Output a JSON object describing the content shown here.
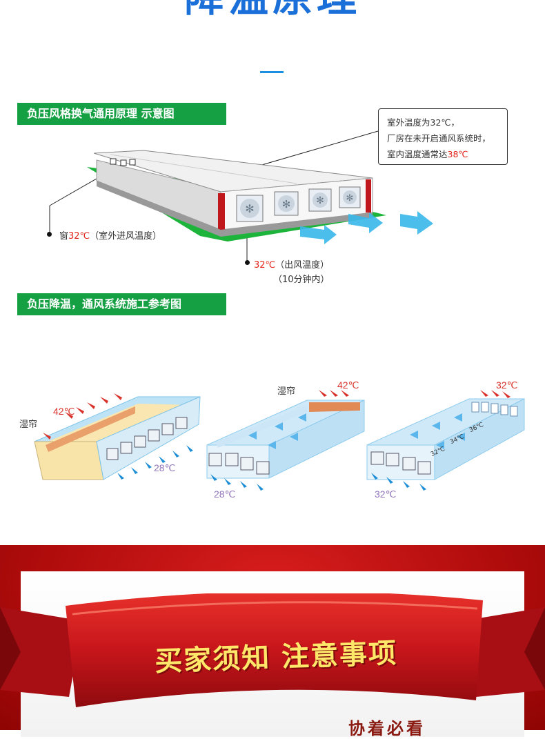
{
  "page": {
    "heading": "降温原理"
  },
  "section1": {
    "banner": "负压风格换气通用原理 示意图",
    "note": {
      "line1": "室外温度为32℃，",
      "line2": "厂房在未开启通风系统时，",
      "line3_prefix": "室内温度通常达",
      "line3_temp": "38℃"
    },
    "window_label": {
      "prefix": "窗",
      "temp": "32℃",
      "suffix": "（室外进风温度）"
    },
    "exit_label": {
      "temp": "32℃",
      "suffix": "（出风温度）",
      "line2": "（10分钟内）"
    }
  },
  "section2": {
    "banner": "负压降温，通风系统施工参考图",
    "diagrams": [
      {
        "curtain": "湿帘",
        "inlet_temp": "42℃",
        "outlet_temp": "28℃"
      },
      {
        "curtain": "湿帘",
        "inlet_temp": "42℃",
        "outlet_temp": "28℃"
      },
      {
        "inlet_temp": "32℃",
        "outlet_temp": "32℃",
        "gradient": [
          "32℃",
          "34℃",
          "36℃"
        ]
      }
    ]
  },
  "section3": {
    "ribbon_text": "买家须知 注意事项",
    "partial_text": "协着必看"
  },
  "colors": {
    "brand_blue": "#1b6fd8",
    "banner_green": "#15a043",
    "ground_green": "#1db43c",
    "hot_red": "#e2231a",
    "air_blue": "#39b7ea",
    "ribbon_red": "#c7161b"
  }
}
